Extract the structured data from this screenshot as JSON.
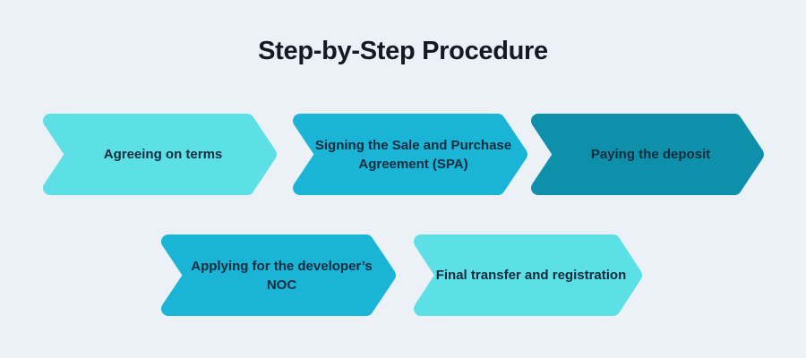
{
  "title": "Step-by-Step Procedure",
  "colors": {
    "background": "#ebf1f6",
    "step_light": "#5ce0e5",
    "step_medium": "#1ab4d7",
    "step_dark": "#0e90ab",
    "title_text": "#131a23",
    "step_text": "#122b3d"
  },
  "steps": [
    {
      "order": 1,
      "label": "Agreeing on terms",
      "color": "#5ce0e5"
    },
    {
      "order": 2,
      "label": "Signing the Sale and Purchase Agreement (SPA)",
      "color": "#1ab4d7"
    },
    {
      "order": 3,
      "label": "Paying the deposit",
      "color": "#0e90ab"
    },
    {
      "order": 4,
      "label": "Applying for the developer’s NOC",
      "color": "#1ab4d7"
    },
    {
      "order": 5,
      "label": "Final transfer and registration",
      "color": "#5ce0e5"
    }
  ]
}
